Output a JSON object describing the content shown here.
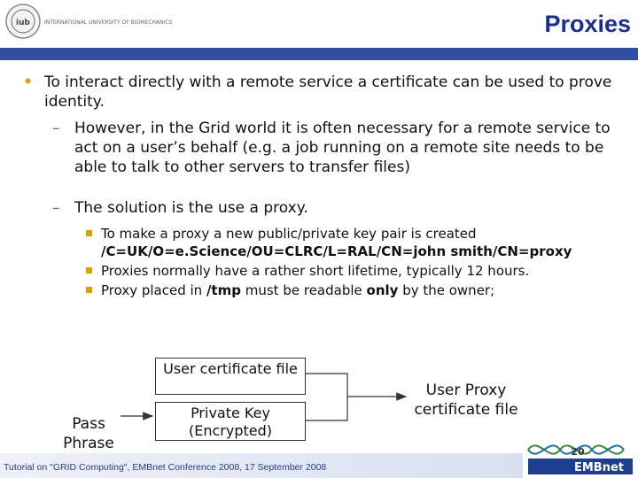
{
  "header": {
    "logo_text": "INTERNATIONAL UNIVERSITY OF BIOMECHANICS",
    "title": "Proxies"
  },
  "bullets": {
    "b1": "To interact directly with a remote service a certificate can be used to prove identity.",
    "b1_1": "However, in the Grid world it is often necessary for a remote service to act on a user’s behalf (e.g. a job running on a remote site needs to be able to talk to other servers to transfer files)",
    "b1_2": "The solution is the use a proxy.",
    "sub1_pre": "To make a proxy a new public/private key pair is created ",
    "sub1_dn": "/C=UK/O=e.Science/OU=CLRC/L=RAL/CN=john smith/CN=proxy",
    "sub2": "Proxies normally have a rather short lifetime, typically 12 hours.",
    "sub3_pre": "Proxy placed in ",
    "sub3_path": "/tmp",
    "sub3_mid": " must be readable ",
    "sub3_only": "only",
    "sub3_post": " by the owner;"
  },
  "diagram": {
    "user_cert": "User certificate file",
    "private_key": "Private Key (Encrypted)",
    "pass_phrase": "Pass Phrase",
    "proxy_cert": "User Proxy certificate file"
  },
  "footer": {
    "text": "Tutorial on \"GRID Computing\", EMBnet Conference 2008, 17 September 2008",
    "logo_year": "20",
    "logo_brand": "EMBnet"
  },
  "colors": {
    "title": "#1a2f8c",
    "bar": "#2f4fa2",
    "bullet": "#e0a000"
  }
}
